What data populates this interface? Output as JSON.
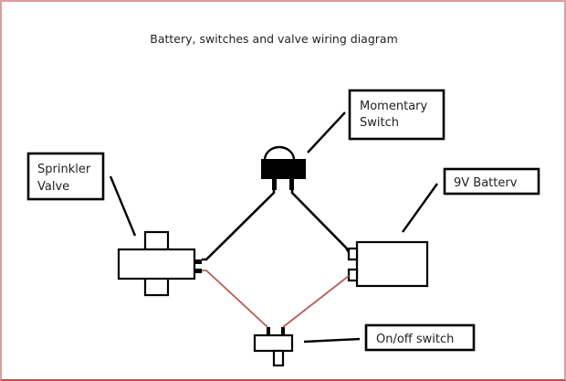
{
  "title": "Battery, switches and valve wiring diagram",
  "labels": {
    "momentary_line1": "Momentary",
    "momentary_line2": "Switch",
    "valve_line1": "Sprinkler",
    "valve_line2": "Valve",
    "battery": "9V Batterv",
    "onoff": "On/off switch"
  },
  "colors": {
    "wire_positive": "#000000",
    "wire_negative": "#b85a5a",
    "frame_border": "#c9484c"
  }
}
